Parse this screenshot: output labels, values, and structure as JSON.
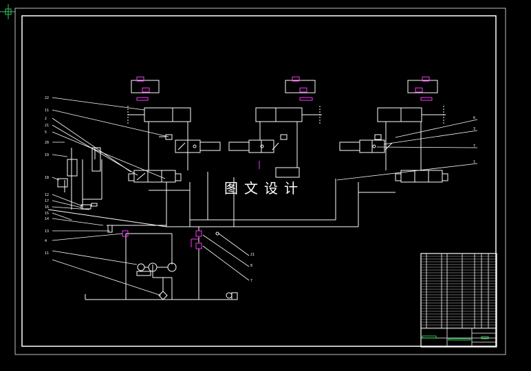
{
  "watermark": "图文设计",
  "colors": {
    "background": "#000000",
    "line": "#ffffff",
    "accent": "#ff33ff",
    "green": "#33ff66",
    "gray": "#bfbfbf",
    "crosshair": "#33cc66"
  },
  "left_callouts": [
    "22",
    "11",
    "2",
    "21",
    "5",
    "20",
    "19",
    "18",
    "12",
    "17",
    "16",
    "15",
    "14",
    "13",
    "4",
    "11"
  ],
  "right_callouts": [
    "6",
    "3",
    "7",
    "1"
  ],
  "center_callouts": [
    "21",
    "8",
    "7"
  ]
}
